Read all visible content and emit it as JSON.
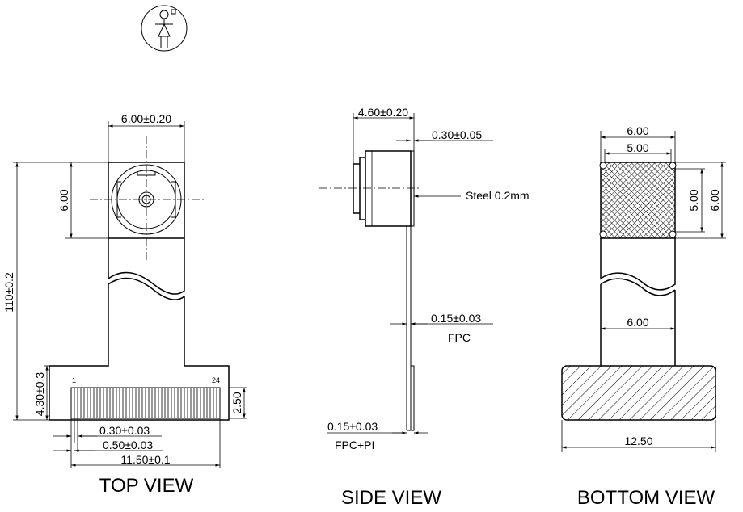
{
  "top_view": {
    "title": "TOP VIEW",
    "width_dim": "6.00±0.20",
    "height_dim": "6.00",
    "total_length_dim": "110±0.2",
    "connector_height_dim": "4.30±0.3",
    "connector_depth_dim": "2.50",
    "pin_width_dim": "0.30±0.03",
    "pin_pitch_dim": "0.50±0.03",
    "connector_width_dim": "11.50±0.1",
    "pin_first": "1",
    "pin_last": "24"
  },
  "side_view": {
    "title": "SIDE VIEW",
    "height_dim": "4.60±0.20",
    "steel_thickness_dim": "0.30±0.05",
    "steel_label": "Steel 0.2mm",
    "fpc_thickness_dim": "0.15±0.03",
    "fpc_label": "FPC",
    "fpc_pi_thickness_dim": "0.15±0.03",
    "fpc_pi_label": "FPC+PI"
  },
  "bottom_view": {
    "title": "BOTTOM VIEW",
    "outer_width_dim": "6.00",
    "inner_width_dim": "5.00",
    "inner_height_dim": "5.00",
    "outer_height_dim": "6.00",
    "fpc_width_dim": "6.00",
    "stiffener_width_dim": "12.50"
  },
  "icons": [
    "female-symbol-icon"
  ]
}
